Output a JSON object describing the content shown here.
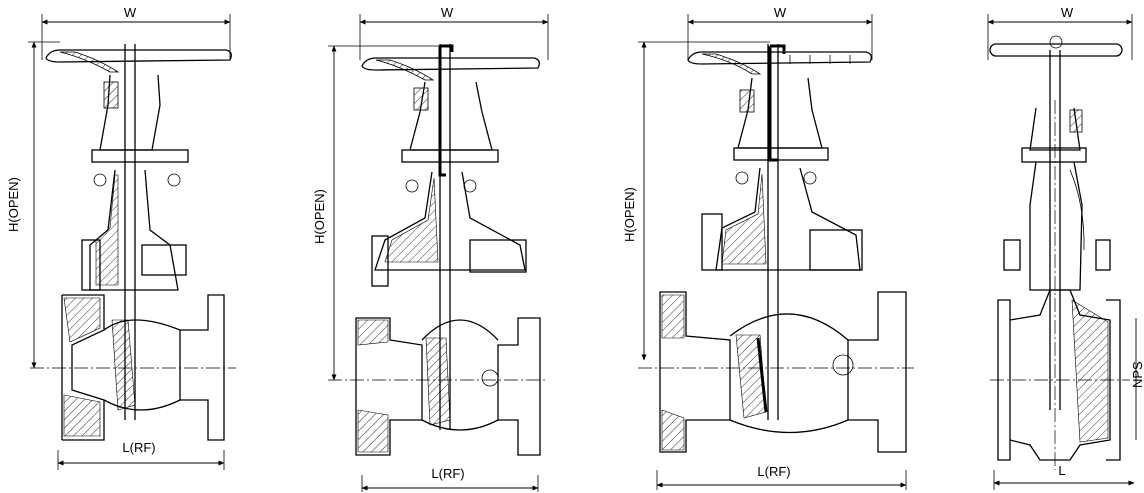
{
  "labels": {
    "w": "W",
    "h_open": "H(OPEN)",
    "l_rf": "L(RF)",
    "l": "L",
    "nps": "NPS"
  }
}
